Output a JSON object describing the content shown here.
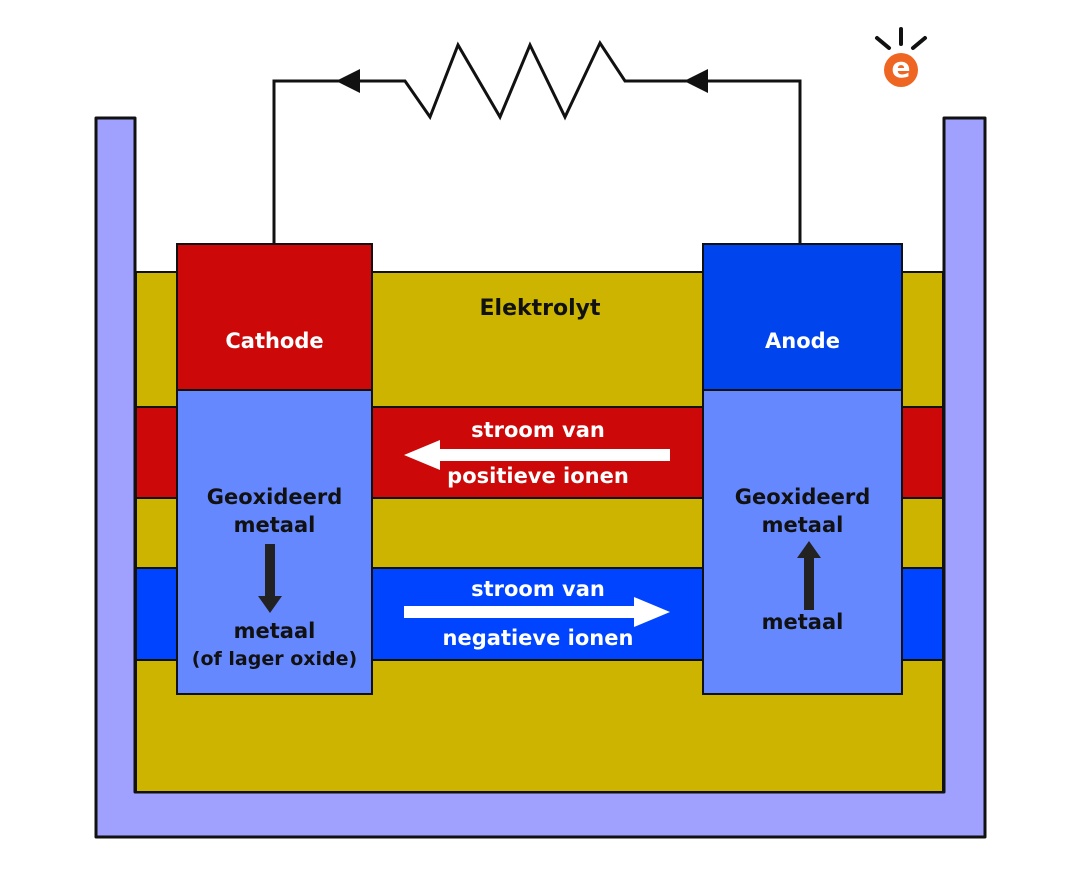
{
  "labels": {
    "electrolyte": "Elektrolyt",
    "cathode": "Cathode",
    "anode": "Anode",
    "positive_flow_line1": "stroom van",
    "positive_flow_line2": "positieve ionen",
    "negative_flow_line1": "stroom van",
    "negative_flow_line2": "negatieve ionen",
    "cathode_oxidized_line1": "Geoxideerd",
    "cathode_oxidized_line2": "metaal",
    "cathode_product_line1": "metaal",
    "cathode_product_line2": "(of lager oxide)",
    "anode_oxidized_line1": "Geoxideerd",
    "anode_oxidized_line2": "metaal",
    "anode_metal": "metaal",
    "logo_letter": "e"
  },
  "colors": {
    "container": "#a0a0ff",
    "electrolyte": "#ccb400",
    "positive_band": "#cc0808",
    "negative_band": "#0044ff",
    "cathode_top": "#cc0808",
    "anode_top": "#0044ee",
    "electrode_body": "#6688ff",
    "logo": "#ee6622"
  }
}
